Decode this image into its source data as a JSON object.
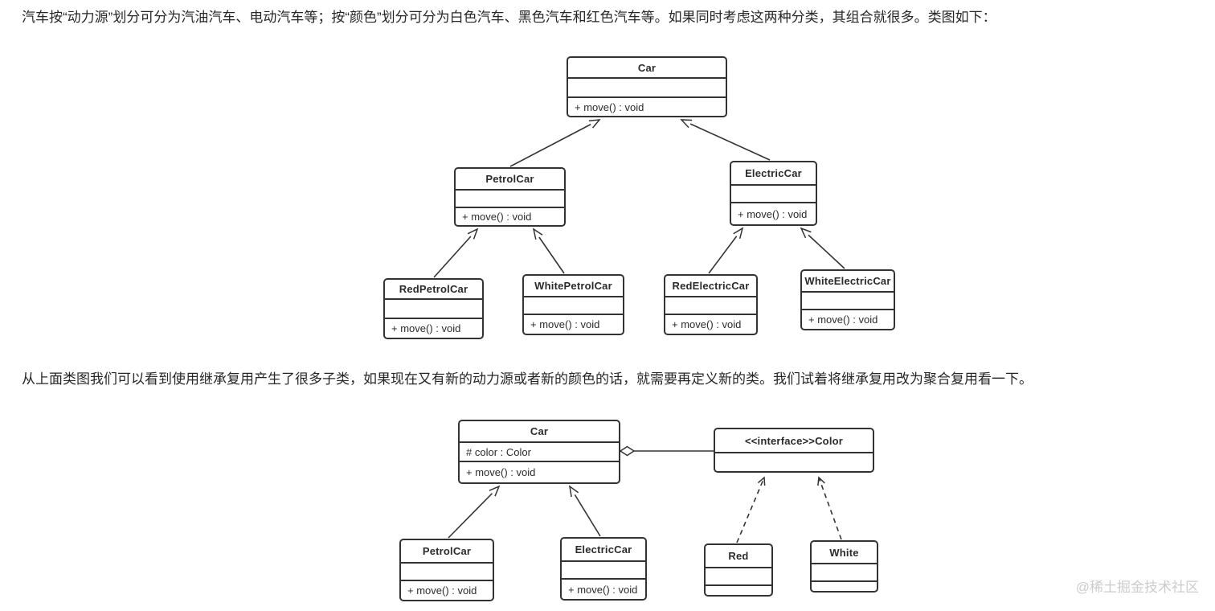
{
  "theme": {
    "background": "#ffffff",
    "paragraph_text": "#262626",
    "diagram_line": "#333333",
    "diagram_text": "#2b2b2b",
    "watermark_color": "#cccccc"
  },
  "page": {
    "paragraph1": "汽车按“动力源”划分可分为汽油汽车、电动汽车等；按“颜色”划分可分为白色汽车、黑色汽车和红色汽车等。如果同时考虑这两种分类，其组合就很多。类图如下：",
    "paragraph2": "从上面类图我们可以看到使用继承复用产生了很多子类，如果现在又有新的动力源或者新的颜色的话，就需要再定义新的类。我们试着将继承复用改为聚合复用看一下。",
    "watermark": "@稀土掘金技术社区"
  },
  "diagram1": {
    "classes": {
      "car": {
        "name": "Car",
        "method": "+ move() : void"
      },
      "petrol_car": {
        "name": "PetrolCar",
        "method": "+ move() : void"
      },
      "electric_car": {
        "name": "ElectricCar",
        "method": "+ move() : void"
      },
      "red_petrol_car": {
        "name": "RedPetrolCar",
        "method": "+ move() : void"
      },
      "white_petrol_car": {
        "name": "WhitePetrolCar",
        "method": "+ move() : void"
      },
      "red_electric_car": {
        "name": "RedElectricCar",
        "method": "+ move() : void"
      },
      "white_electric_car": {
        "name": "WhiteElectricCar",
        "method": "+ move() : void"
      }
    },
    "relations": [
      {
        "from": "PetrolCar",
        "to": "Car",
        "type": "generalization"
      },
      {
        "from": "ElectricCar",
        "to": "Car",
        "type": "generalization"
      },
      {
        "from": "RedPetrolCar",
        "to": "PetrolCar",
        "type": "generalization"
      },
      {
        "from": "WhitePetrolCar",
        "to": "PetrolCar",
        "type": "generalization"
      },
      {
        "from": "RedElectricCar",
        "to": "ElectricCar",
        "type": "generalization"
      },
      {
        "from": "WhiteElectricCar",
        "to": "ElectricCar",
        "type": "generalization"
      }
    ]
  },
  "diagram2": {
    "classes": {
      "car": {
        "name": "Car",
        "attribute": "# color : Color",
        "method": "+ move() : void"
      },
      "color_interface": {
        "name": "<<interface>>Color"
      },
      "petrol_car": {
        "name": "PetrolCar",
        "method": "+ move() : void"
      },
      "electric_car": {
        "name": "ElectricCar",
        "method": "+ move() : void"
      },
      "red": {
        "name": "Red"
      },
      "white": {
        "name": "White"
      }
    },
    "relations": [
      {
        "from": "Car",
        "to": "<<interface>>Color",
        "type": "aggregation"
      },
      {
        "from": "PetrolCar",
        "to": "Car",
        "type": "generalization"
      },
      {
        "from": "ElectricCar",
        "to": "Car",
        "type": "generalization"
      },
      {
        "from": "Red",
        "to": "<<interface>>Color",
        "type": "realization"
      },
      {
        "from": "White",
        "to": "<<interface>>Color",
        "type": "realization"
      }
    ]
  }
}
